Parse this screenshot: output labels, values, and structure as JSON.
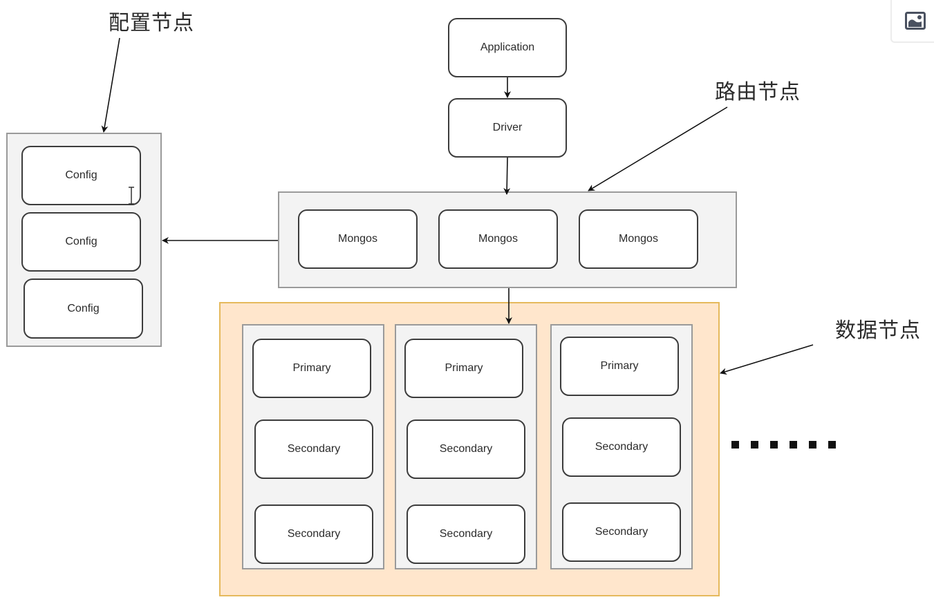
{
  "labels": {
    "config_node": "配置节点",
    "router_node": "路由节点",
    "data_node": "数据节点"
  },
  "client": {
    "application": "Application",
    "driver": "Driver"
  },
  "config_servers": [
    "Config",
    "Config",
    "Config"
  ],
  "routers": [
    "Mongos",
    "Mongos",
    "Mongos"
  ],
  "shards": [
    {
      "primary": "Primary",
      "secondaries": [
        "Secondary",
        "Secondary"
      ]
    },
    {
      "primary": "Primary",
      "secondaries": [
        "Secondary",
        "Secondary"
      ]
    },
    {
      "primary": "Primary",
      "secondaries": [
        "Secondary",
        "Secondary"
      ]
    }
  ],
  "more_indicator": "......",
  "toolbar": {
    "image_button_icon": "image-icon"
  },
  "colors": {
    "shard_container_fill": "#ffe6cc",
    "shard_container_border": "#e5b95c",
    "group_fill": "#f3f3f3",
    "group_border": "#9a9a9a"
  }
}
